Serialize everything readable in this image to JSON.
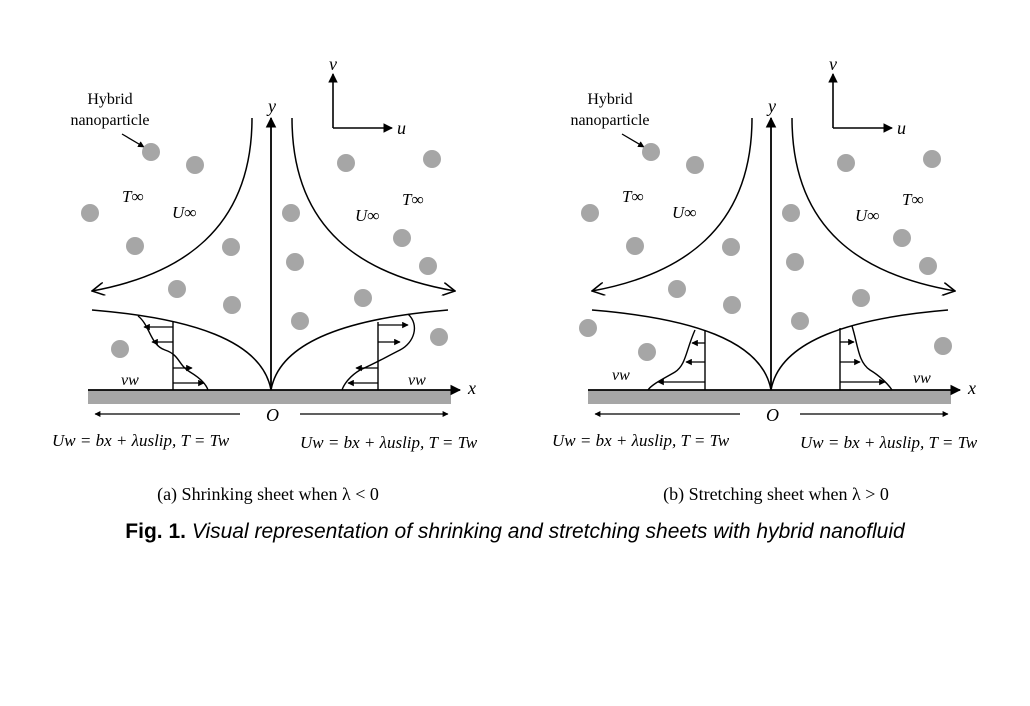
{
  "panels": [
    {
      "id": "a",
      "hybrid_label_line1": "Hybrid",
      "hybrid_label_line2": "nanoparticle",
      "T_inf_left": "T∞",
      "U_inf_left": "U∞",
      "U_inf_right": "U∞",
      "T_inf_right": "T∞",
      "axis_y": "y",
      "axis_x": "x",
      "origin": "O",
      "inset_v": "v",
      "inset_u": "u",
      "v_w_left": "vw",
      "v_w_right": "vw",
      "bc_left": "Uw = bx + λuslip, T = Tw",
      "bc_right": "Uw = bx + λuslip, T = Tw",
      "subcaption": "(a) Shrinking sheet when λ < 0"
    },
    {
      "id": "b",
      "hybrid_label_line1": "Hybrid",
      "hybrid_label_line2": "nanoparticle",
      "T_inf_left": "T∞",
      "U_inf_left": "U∞",
      "U_inf_right": "U∞",
      "T_inf_right": "T∞",
      "axis_y": "y",
      "axis_x": "x",
      "origin": "O",
      "inset_v": "v",
      "inset_u": "u",
      "v_w_left": "vw",
      "v_w_right": "vw",
      "bc_left": "Uw = bx + λuslip, T = Tw",
      "bc_right": "Uw = bx + λuslip, T = Tw",
      "subcaption": "(b) Stretching sheet when λ > 0"
    }
  ],
  "caption": {
    "label": "Fig. 1.",
    "text": " Visual representation of shrinking and stretching sheets with hybrid nanofluid"
  },
  "colors": {
    "sheet": "#a6a6a6",
    "particle": "#a6a6a6",
    "line": "#000000"
  }
}
